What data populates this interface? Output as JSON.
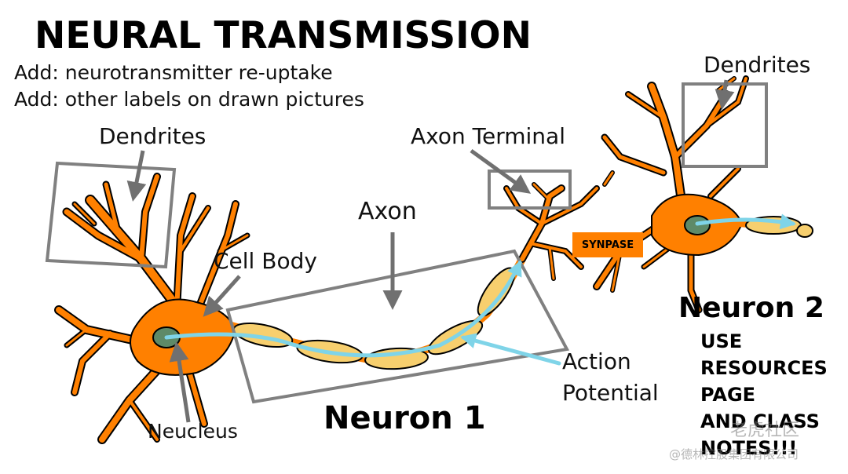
{
  "title": "NEURAL TRANSMISSION",
  "notes": [
    "Add: neurotransmitter re-uptake",
    "Add: other labels on drawn pictures"
  ],
  "labels": {
    "dendrites_1": "Dendrites",
    "dendrites_2": "Dendrites",
    "axon_terminal": "Axon Terminal",
    "axon": "Axon",
    "cell_body": "Cell Body",
    "synapse": "SYNPASE",
    "action_potential_line1": "Action",
    "action_potential_line2": "Potential",
    "neucleus": "Neucleus",
    "neuron_1": "Neuron 1",
    "neuron_2": "Neuron 2"
  },
  "caption": [
    "USE",
    "RESOURCES",
    "PAGE",
    "AND CLASS",
    "NOTES!!!"
  ],
  "watermark": {
    "line1": "老虎社区",
    "line2": "@德林控股集团有限公司"
  },
  "colors": {
    "neuron": "#ff8000",
    "myelin": "#f7cf6e",
    "nucleus": "#5e8a68",
    "signal": "#7fd4e8",
    "box": "#808080",
    "arrow": "#707070",
    "synapse": "#ff8000"
  }
}
